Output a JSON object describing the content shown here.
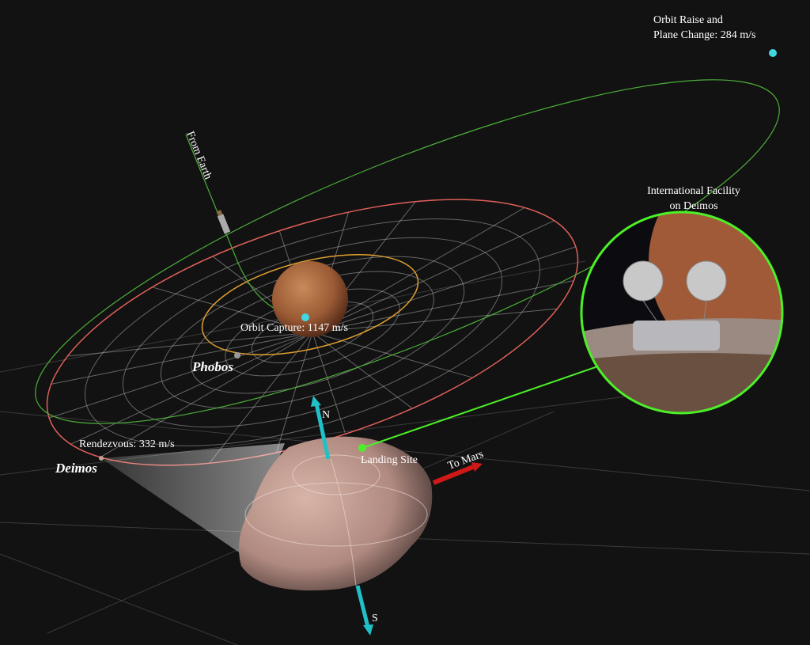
{
  "labels": {
    "orbit_raise_line1": "Orbit Raise and",
    "orbit_raise_line2": "Plane Change: 284 m/s",
    "from_earth": "From Earth",
    "facility_line1": "International Facility",
    "facility_line2": "on Deimos",
    "orbit_capture": "Orbit Capture: 1147 m/s",
    "phobos": "Phobos",
    "north": "N",
    "south": "S",
    "rendezvous": "Rendezvous: 332 m/s",
    "deimos": "Deimos",
    "landing_site": "Landing Site",
    "to_mars": "To Mars"
  },
  "colors": {
    "transfer_orbit": "#4caf3a",
    "deimos_orbit": "#e0605a",
    "phobos_orbit": "#e0a030",
    "inset_ring": "#4cf028",
    "axis": "#20c0c8",
    "to_mars_arrow": "#d01818",
    "marker": "#40d8e0"
  }
}
